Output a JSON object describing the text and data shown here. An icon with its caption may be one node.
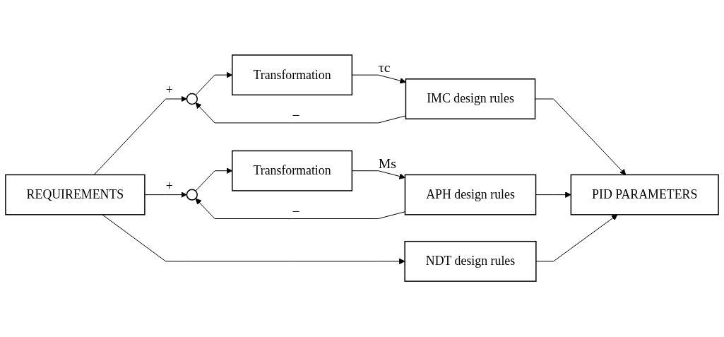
{
  "diagram": {
    "nodes": [
      {
        "text": [
          "REQUIREMENTS"
        ]
      },
      {
        "text": [],
        "shape": "circle"
      },
      {
        "text": [
          "Transformation"
        ]
      },
      {
        "text": [
          "IMC design rules"
        ]
      },
      {
        "text": [],
        "shape": "circle"
      },
      {
        "text": [
          "Transformation"
        ]
      },
      {
        "text": [
          "APH design rules"
        ]
      },
      {
        "text": [
          "NDT design rules"
        ]
      },
      {
        "text": [
          "PID PARAMETERS"
        ]
      }
    ],
    "edges": [
      {
        "from": 0,
        "to": 1,
        "arrow": "to",
        "label": "+"
      },
      {
        "from": 1,
        "to": 2,
        "arrow": "to"
      },
      {
        "from": 2,
        "to": 3,
        "arrow": "to",
        "label": "τc"
      },
      {
        "from": 3,
        "to": 8,
        "arrow": "to"
      },
      {
        "from": 3,
        "to": 1,
        "arrow": "to",
        "label": "−"
      },
      {
        "from": 0,
        "to": 4,
        "arrow": "to",
        "label": "+"
      },
      {
        "from": 4,
        "to": 5,
        "arrow": "to"
      },
      {
        "from": 5,
        "to": 6,
        "arrow": "to",
        "label": "Ms"
      },
      {
        "from": 6,
        "to": 8,
        "arrow": "to"
      },
      {
        "from": 6,
        "to": 4,
        "arrow": "to",
        "label": "−"
      },
      {
        "from": 0,
        "to": 7,
        "arrow": "to"
      },
      {
        "from": 7,
        "to": 8,
        "arrow": "to"
      }
    ]
  }
}
